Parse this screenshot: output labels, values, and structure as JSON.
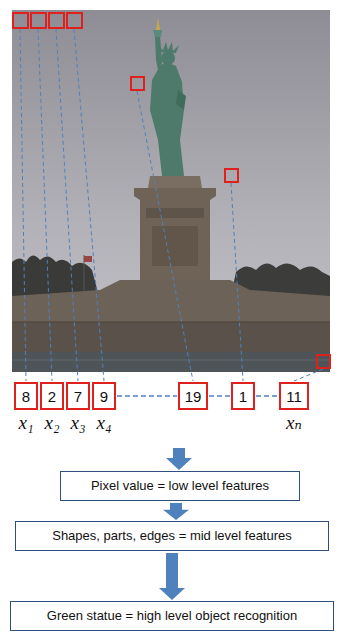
{
  "diagram": {
    "nodes": [
      {
        "text": [
          "8",
          "x₁"
        ]
      },
      {
        "text": [
          "2",
          "x₂"
        ]
      },
      {
        "text": [
          "7",
          "x₃"
        ]
      },
      {
        "text": [
          "9",
          "x₄"
        ]
      },
      {
        "text": [
          "19"
        ]
      },
      {
        "text": [
          "1"
        ]
      },
      {
        "text": [
          "11",
          "xₙ"
        ]
      },
      {
        "text": [
          "Pixel value = low level features"
        ]
      },
      {
        "text": [
          "Shapes, parts, edges = mid level features"
        ]
      },
      {
        "text": [
          "Green statue = high level object recognition"
        ]
      }
    ],
    "edges": [
      {
        "from": 3,
        "to": 4,
        "arrow": "none"
      },
      {
        "from": 4,
        "to": 5,
        "arrow": "none"
      },
      {
        "from": 5,
        "to": 6,
        "arrow": "none"
      },
      {
        "from": 7,
        "to": 8,
        "arrow": "to"
      },
      {
        "from": 8,
        "to": 9,
        "arrow": "to"
      }
    ]
  }
}
